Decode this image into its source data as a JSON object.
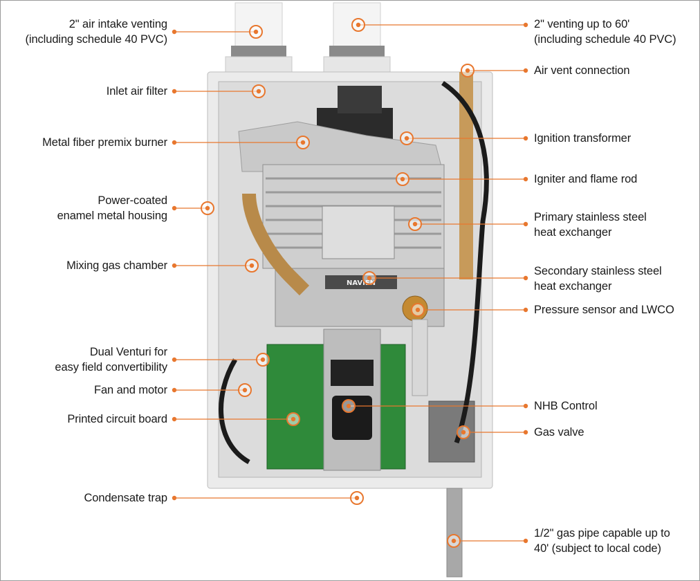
{
  "colors": {
    "accent": "#e8772e",
    "text": "#1a1a1a",
    "housing": "#efefef",
    "copper": "#c08a3a",
    "frame": "#9a9a9a"
  },
  "callouts": {
    "left": [
      {
        "id": "air-intake",
        "text": "2\" air intake venting\n(including schedule 40 PVC)"
      },
      {
        "id": "inlet-air-filter",
        "text": "Inlet air filter"
      },
      {
        "id": "metal-fiber-burner",
        "text": "Metal fiber premix burner"
      },
      {
        "id": "housing",
        "text": "Power-coated\nenamel metal housing"
      },
      {
        "id": "mixing-gas-chamber",
        "text": "Mixing gas chamber"
      },
      {
        "id": "dual-venturi",
        "text": "Dual Venturi for\neasy field convertibility"
      },
      {
        "id": "fan-motor",
        "text": "Fan and motor"
      },
      {
        "id": "pcb",
        "text": "Printed circuit board"
      },
      {
        "id": "condensate-trap",
        "text": "Condensate trap"
      }
    ],
    "right": [
      {
        "id": "venting",
        "text": "2\" venting up to 60'\n(including schedule 40 PVC)"
      },
      {
        "id": "air-vent",
        "text": "Air vent connection"
      },
      {
        "id": "ignition-transformer",
        "text": "Ignition transformer"
      },
      {
        "id": "igniter",
        "text": "Igniter and flame rod"
      },
      {
        "id": "primary-hx",
        "text": "Primary stainless steel\nheat exchanger"
      },
      {
        "id": "secondary-hx",
        "text": "Secondary stainless steel\nheat exchanger"
      },
      {
        "id": "pressure-sensor",
        "text": "Pressure sensor and LWCO"
      },
      {
        "id": "nhb-control",
        "text": "NHB Control"
      },
      {
        "id": "gas-valve",
        "text": "Gas valve"
      },
      {
        "id": "gas-pipe",
        "text": "1/2\" gas pipe capable up to\n40' (subject to local code)"
      }
    ]
  },
  "unit": {
    "brand": "NAVIEN"
  }
}
